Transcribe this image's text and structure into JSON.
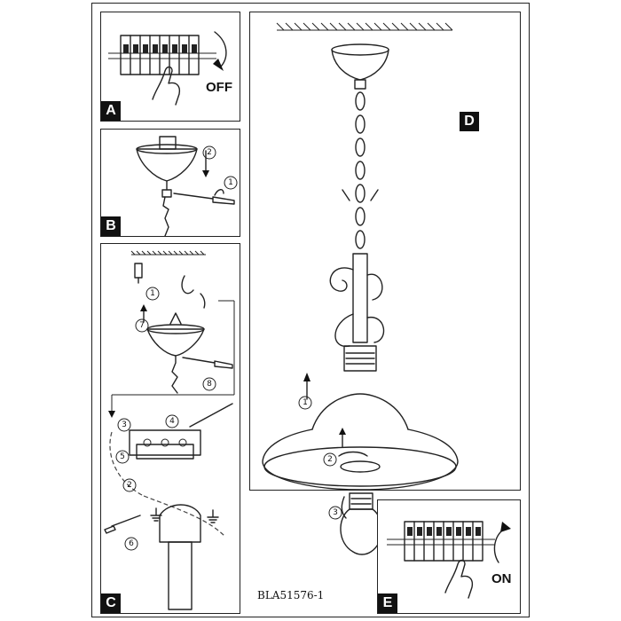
{
  "panels": {
    "a": {
      "tag": "A",
      "switch_label": "OFF"
    },
    "b": {
      "tag": "B"
    },
    "c": {
      "tag": "C"
    },
    "d": {
      "tag": "D"
    },
    "e": {
      "tag": "E",
      "switch_label": "ON"
    }
  },
  "model_code": "BLA51576-1",
  "step_numbers": {
    "b": [
      "1",
      "2"
    ],
    "c": [
      "1",
      "7",
      "8",
      "3",
      "4",
      "5",
      "2",
      "6"
    ],
    "d": [
      "1",
      "2",
      "3"
    ]
  },
  "icons": [
    "circuit-breaker-icon",
    "hand-icon",
    "rotate-arrow-icon",
    "screwdriver-icon",
    "ground-symbol-icon",
    "bulb-icon"
  ]
}
